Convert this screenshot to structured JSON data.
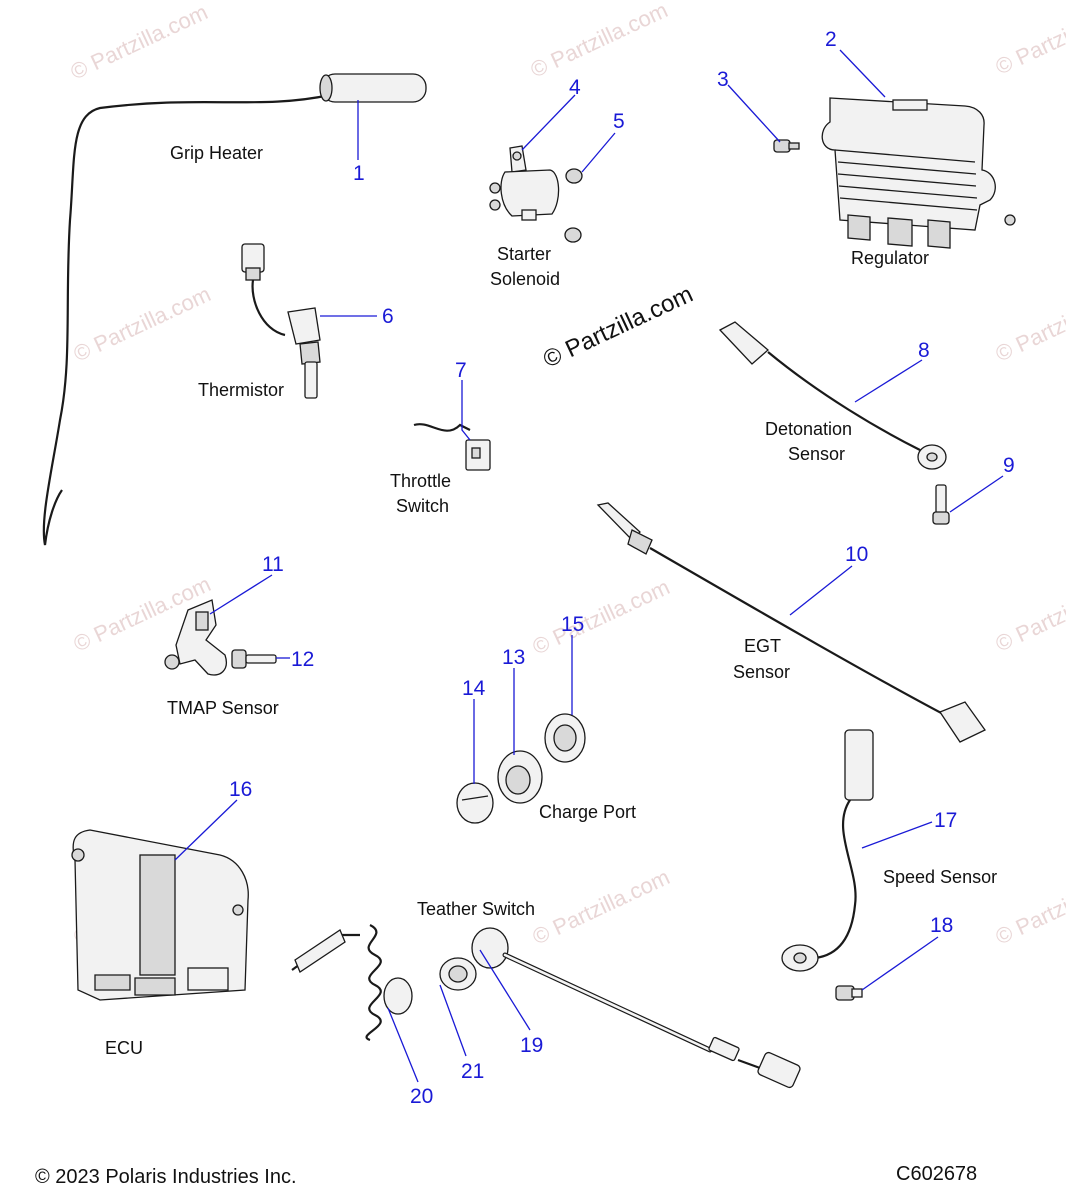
{
  "watermark": "© Partzilla.com",
  "center_watermark": "© Partzilla.com",
  "labels": {
    "grip_heater": "Grip Heater",
    "thermistor": "Thermistor",
    "starter_1": "Starter",
    "starter_2": "Solenoid",
    "regulator": "Regulator",
    "throttle_1": "Throttle",
    "throttle_2": "Switch",
    "detonation_1": "Detonation",
    "detonation_2": "Sensor",
    "tmap": "TMAP Sensor",
    "egt_1": "EGT",
    "egt_2": "Sensor",
    "charge_port": "Charge Port",
    "ecu": "ECU",
    "teather": "Teather Switch",
    "speed": "Speed Sensor"
  },
  "callouts": [
    "1",
    "2",
    "3",
    "4",
    "5",
    "6",
    "7",
    "8",
    "9",
    "10",
    "11",
    "12",
    "13",
    "14",
    "15",
    "16",
    "17",
    "18",
    "19",
    "20",
    "21"
  ],
  "footer": {
    "copyright": "© 2023 Polaris Industries Inc.",
    "code": "C602678"
  },
  "colors": {
    "callout": "#1a1ad6",
    "watermark": "#e9d6d6",
    "line": "#1a1a1a"
  }
}
